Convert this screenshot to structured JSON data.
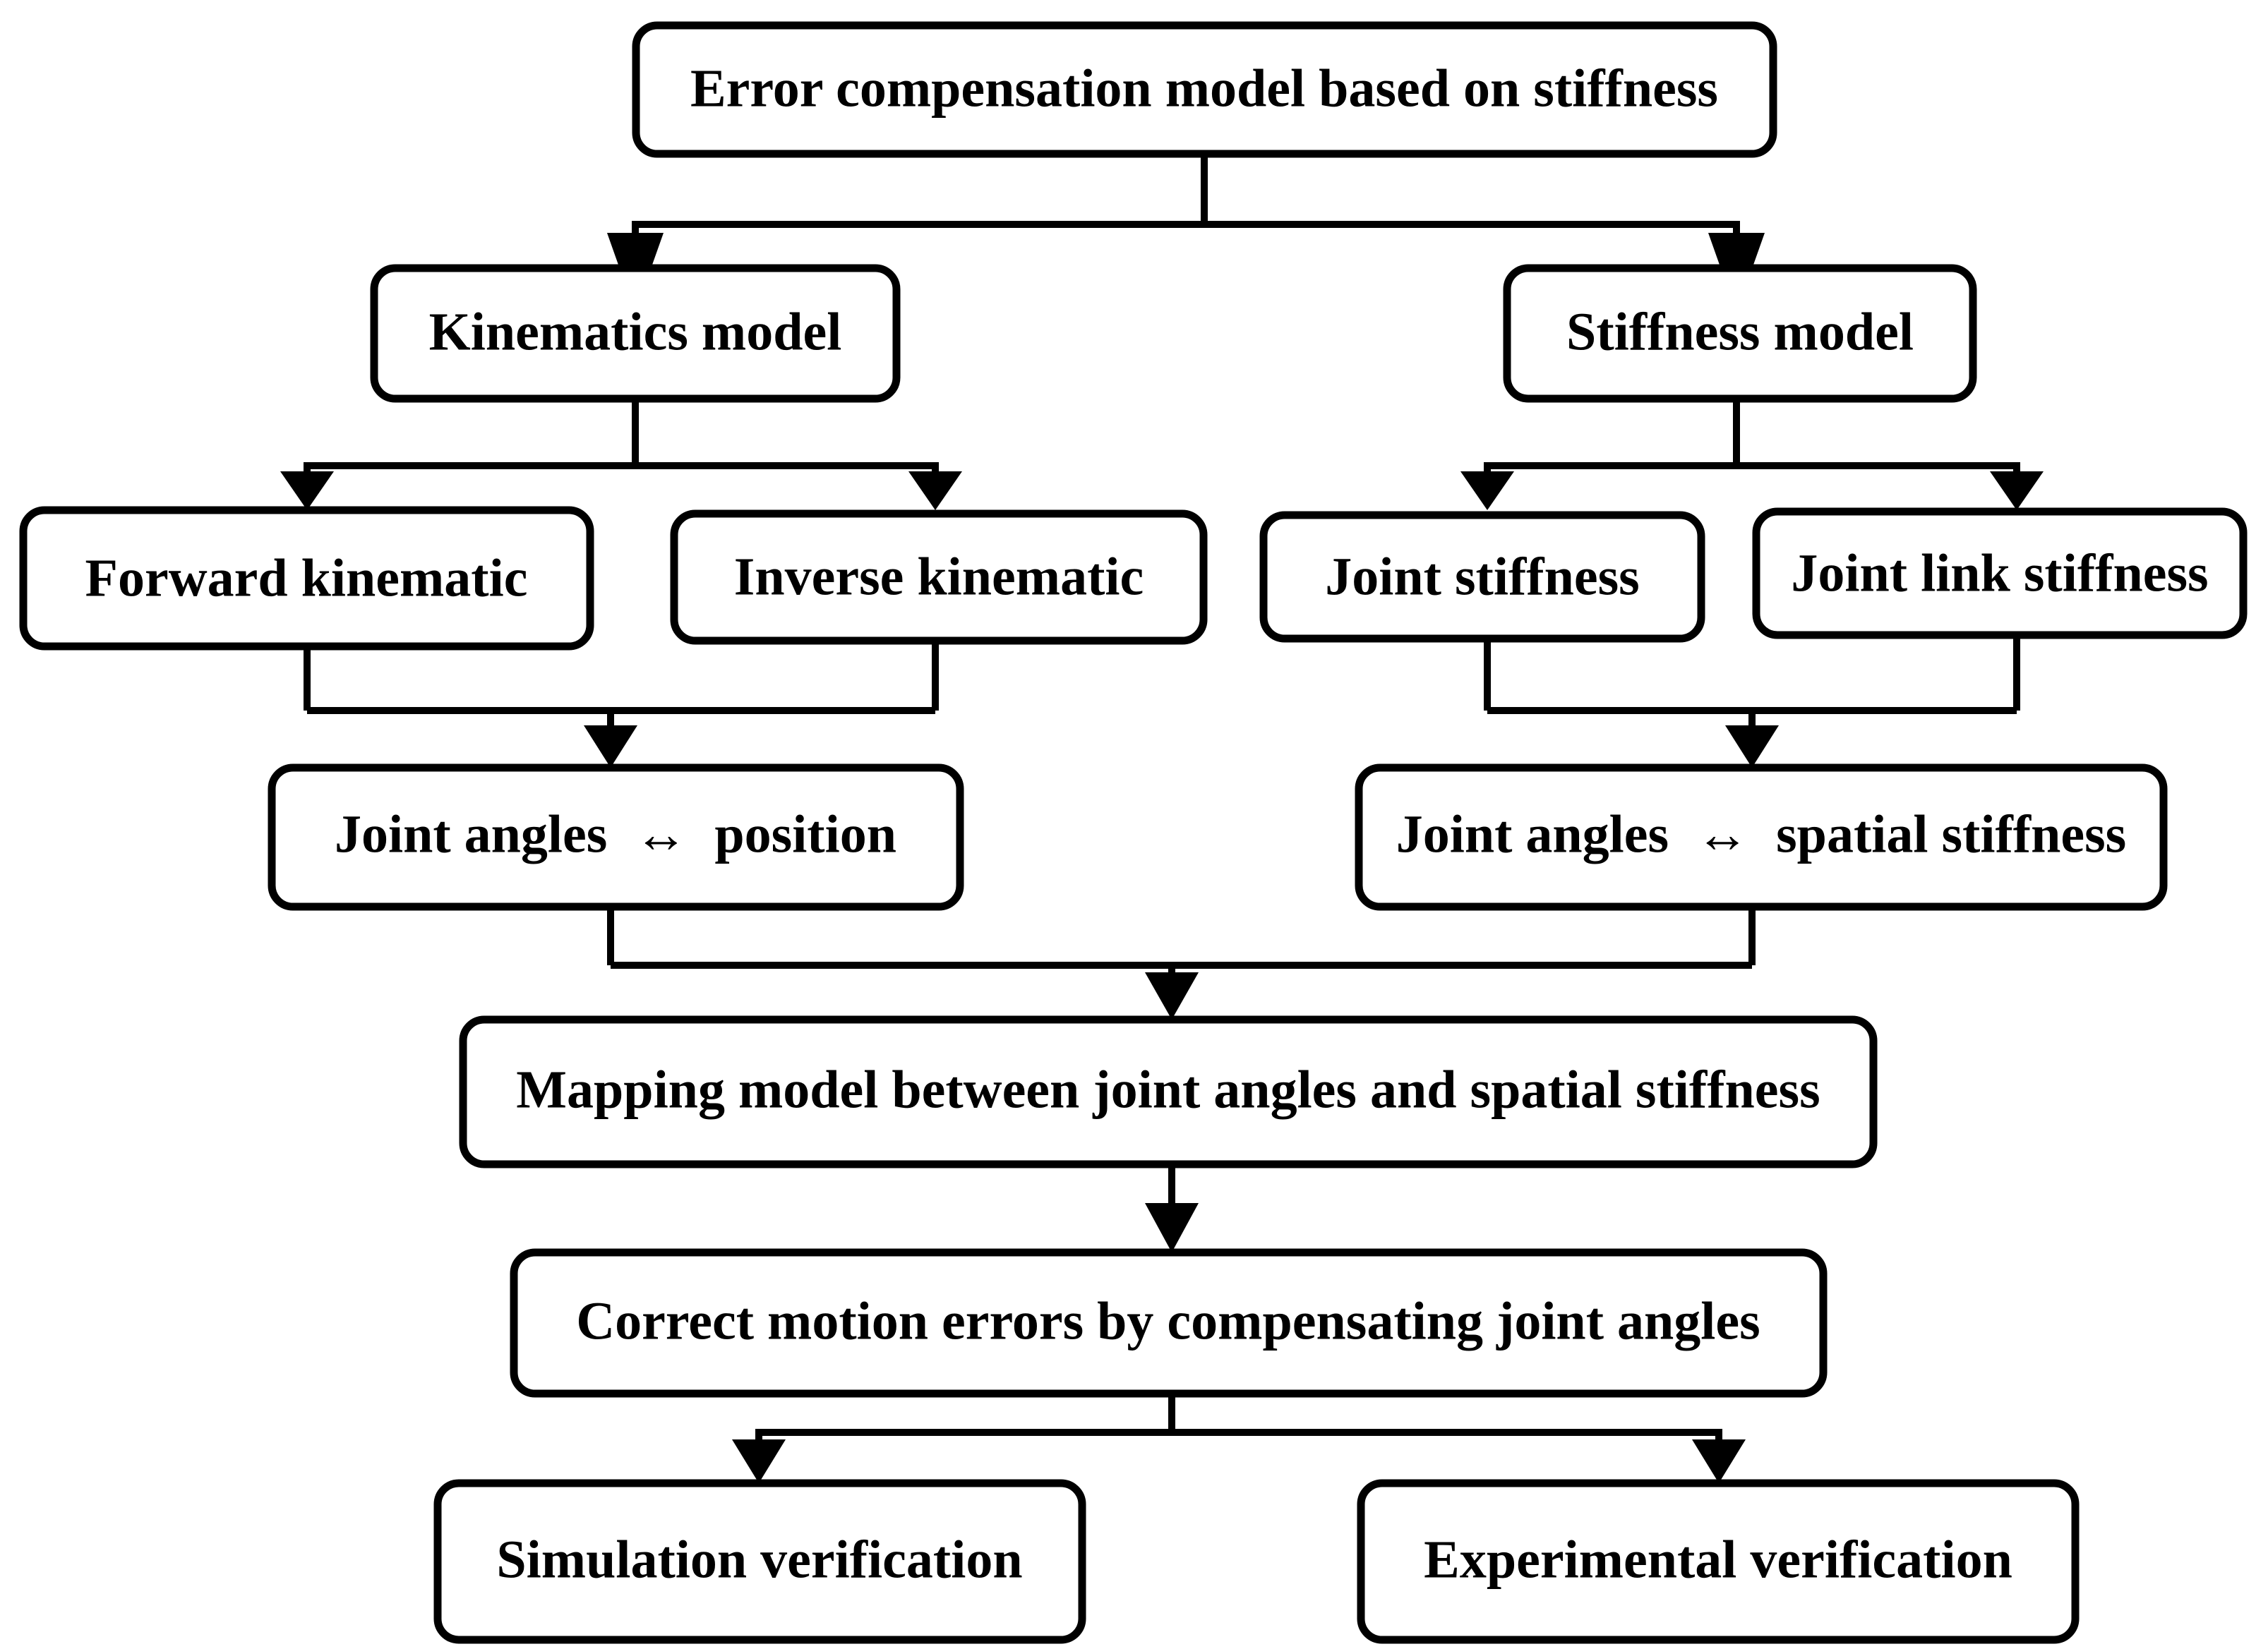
{
  "diagram": {
    "title": "Error compensation model based on stiffness flowchart",
    "background_color": "#ffffff",
    "line_color": "#000000",
    "box_fill": "#ffffff",
    "nodes": {
      "root": {
        "label": "Error compensation model based on stiffness",
        "font_size": 76
      },
      "kinematics_model": {
        "label": "Kinematics model",
        "font_size": 76
      },
      "stiffness_model": {
        "label": "Stiffness model",
        "font_size": 76
      },
      "forward_kinematic": {
        "label": "Forward kinematic",
        "font_size": 76
      },
      "inverse_kinematic": {
        "label": "Inverse kinematic",
        "font_size": 76
      },
      "joint_stiffness": {
        "label": "Joint stiffness",
        "font_size": 76
      },
      "joint_link_stiffness": {
        "label": "Joint link stiffness",
        "font_size": 76
      },
      "joint_angles_position": {
        "label": "Joint angles  ↔  position",
        "font_size": 76
      },
      "joint_angles_spatial_stiffness": {
        "label": "Joint angles  ↔  spatial stiffness",
        "font_size": 76
      },
      "mapping_model": {
        "label": "Mapping model between joint angles and spatial stiffness",
        "font_size": 76
      },
      "correct_motion_errors": {
        "label": "Correct motion errors by compensating joint angles",
        "font_size": 76
      },
      "simulation_verification": {
        "label": "Simulation verification",
        "font_size": 76
      },
      "experimental_verification": {
        "label": "Experimental verification",
        "font_size": 76
      }
    },
    "edges": [
      {
        "from": "root",
        "to": "kinematics_model"
      },
      {
        "from": "root",
        "to": "stiffness_model"
      },
      {
        "from": "kinematics_model",
        "to": "forward_kinematic"
      },
      {
        "from": "kinematics_model",
        "to": "inverse_kinematic"
      },
      {
        "from": "stiffness_model",
        "to": "joint_stiffness"
      },
      {
        "from": "stiffness_model",
        "to": "joint_link_stiffness"
      },
      {
        "from": "forward_kinematic",
        "to": "joint_angles_position"
      },
      {
        "from": "inverse_kinematic",
        "to": "joint_angles_position"
      },
      {
        "from": "joint_stiffness",
        "to": "joint_angles_spatial_stiffness"
      },
      {
        "from": "joint_link_stiffness",
        "to": "joint_angles_spatial_stiffness"
      },
      {
        "from": "joint_angles_position",
        "to": "mapping_model"
      },
      {
        "from": "joint_angles_spatial_stiffness",
        "to": "mapping_model"
      },
      {
        "from": "mapping_model",
        "to": "correct_motion_errors"
      },
      {
        "from": "correct_motion_errors",
        "to": "simulation_verification"
      },
      {
        "from": "correct_motion_errors",
        "to": "experimental_verification"
      }
    ]
  }
}
